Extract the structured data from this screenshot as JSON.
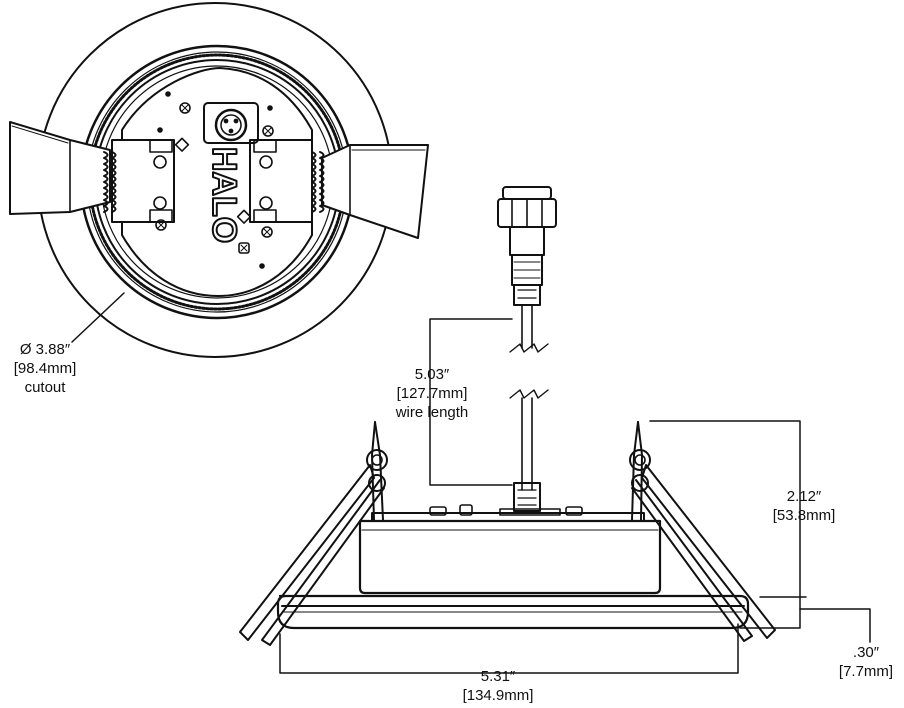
{
  "brand": "HALO",
  "dimensions": {
    "cutout": {
      "value": "Ø 3.88″",
      "metric": "[98.4mm]",
      "caption": "cutout"
    },
    "wire": {
      "value": "5.03″",
      "metric": "[127.7mm]",
      "caption": "wire length"
    },
    "height": {
      "value": "2.12″",
      "metric": "[53.8mm]"
    },
    "trim": {
      "value": ".30″",
      "metric": "[7.7mm]"
    },
    "width": {
      "value": "5.31″",
      "metric": "[134.9mm]"
    }
  }
}
